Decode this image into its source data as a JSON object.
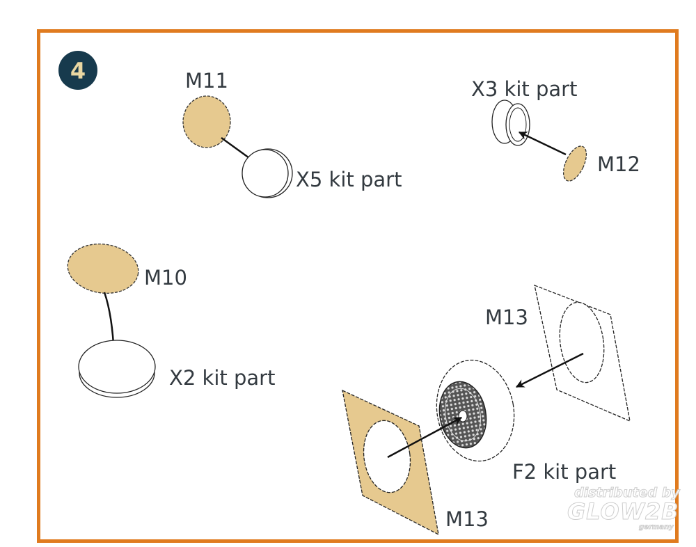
{
  "step": {
    "number": "4"
  },
  "colors": {
    "frame": "#e07b1f",
    "badge": "#173a4d",
    "badge_text": "#ead7a2",
    "mask": "#e6c98f"
  },
  "parts": {
    "m11": "M11",
    "x5": "X5 kit part",
    "x3": "X3 kit part",
    "m12": "M12",
    "m10": "M10",
    "x2": "X2 kit part",
    "m13_top": "M13",
    "m13_bottom": "M13",
    "f2": "F2 kit part"
  },
  "watermark": {
    "line1": "distributed by",
    "line2": "GLOW2B",
    "line3": "germany"
  }
}
